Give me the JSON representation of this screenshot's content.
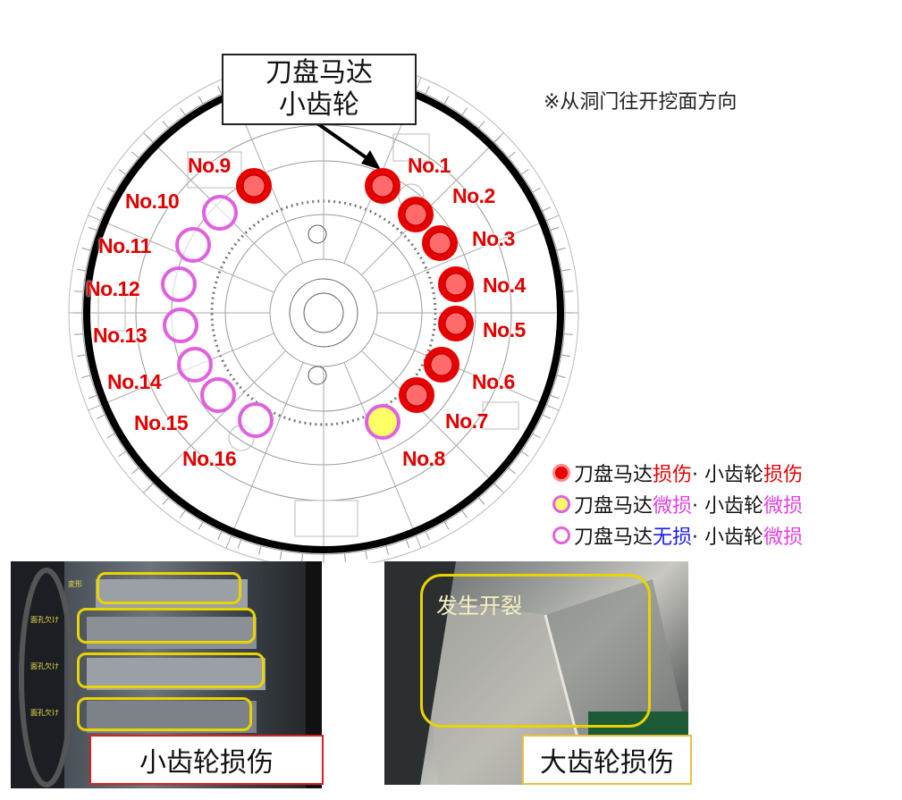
{
  "callout": {
    "line1": "刀盘马达",
    "line2": "小齿轮"
  },
  "direction_note": "※从洞门往开挖面方向",
  "motors": [
    {
      "label": "No.1",
      "status": "damaged"
    },
    {
      "label": "No.2",
      "status": "damaged"
    },
    {
      "label": "No.3",
      "status": "damaged"
    },
    {
      "label": "No.4",
      "status": "damaged"
    },
    {
      "label": "No.5",
      "status": "damaged"
    },
    {
      "label": "No.6",
      "status": "damaged"
    },
    {
      "label": "No.7",
      "status": "damaged"
    },
    {
      "label": "No.8",
      "status": "minor"
    },
    {
      "label": "No.9",
      "status": "damaged"
    },
    {
      "label": "No.10",
      "status": "none"
    },
    {
      "label": "No.11",
      "status": "none"
    },
    {
      "label": "No.12",
      "status": "none"
    },
    {
      "label": "No.13",
      "status": "none"
    },
    {
      "label": "No.14",
      "status": "none"
    },
    {
      "label": "No.15",
      "status": "none"
    },
    {
      "label": "No.16",
      "status": "none"
    }
  ],
  "legend": [
    {
      "part1": "刀盘马达",
      "motor_status": "损伤",
      "motor_color": "#e60000",
      "sep": " · 小齿轮",
      "gear_status": "损伤",
      "gear_color": "#e60000",
      "fill": "#e60000",
      "ring": "#ff8888"
    },
    {
      "part1": "刀盘马达",
      "motor_status": "微损",
      "motor_color": "#e040e0",
      "sep": " · 小齿轮",
      "gear_status": "微损",
      "gear_color": "#e040e0",
      "fill": "#ffff66",
      "ring": "#e060e0"
    },
    {
      "part1": "刀盘马达",
      "motor_status": "无损",
      "motor_color": "#1a1aee",
      "sep": " · 小齿轮",
      "gear_status": "微损",
      "gear_color": "#e040e0",
      "fill": "#ffffff",
      "ring": "#e060e0"
    }
  ],
  "photo_left": {
    "caption": "小齿轮损伤",
    "tags": [
      "変形",
      "面孔欠け",
      "面孔欠け",
      "面孔欠け"
    ]
  },
  "photo_right": {
    "caption": "大齿轮损伤",
    "crack_label": "发生开裂"
  },
  "colors": {
    "damaged": "#e60000",
    "damaged_ring": "#ff6b6b",
    "minor_fill": "#ffff66",
    "light_ring": "#e060e0",
    "label_red": "#e10000"
  }
}
